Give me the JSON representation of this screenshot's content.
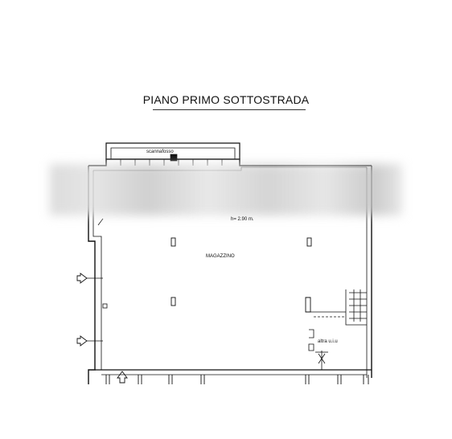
{
  "title": "PIANO PRIMO SOTTOSTRADA",
  "labels": {
    "stair": "scannafosso",
    "height": "h= 2.90 m.",
    "room": "MAGAZZINO",
    "other_unit": "altra u.i.u"
  },
  "colors": {
    "ink": "#111111",
    "background": "#ffffff",
    "redaction": "#d0d0d0"
  }
}
